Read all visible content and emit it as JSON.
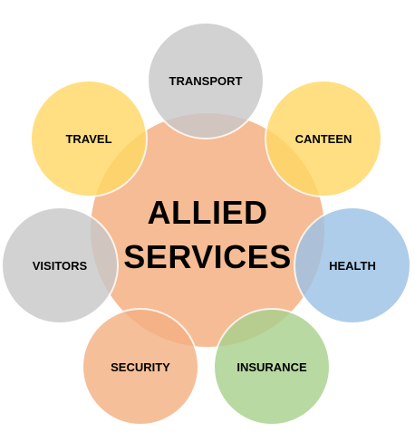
{
  "center": {
    "lines": [
      "ALLIED",
      "SERVICES"
    ],
    "color": "#F4B183"
  },
  "satellites": [
    {
      "key": "transport",
      "label": "TRANSPORT",
      "color": "#C9C9C9"
    },
    {
      "key": "canteen",
      "label": "CANTEEN",
      "color": "#FFD966"
    },
    {
      "key": "health",
      "label": "HEALTH",
      "color": "#9DC3E6"
    },
    {
      "key": "insurance",
      "label": "INSURANCE",
      "color": "#A9D18E"
    },
    {
      "key": "security",
      "label": "SECURITY",
      "color": "#F4B183"
    },
    {
      "key": "visitors",
      "label": "VISITORS",
      "color": "#C9C9C9"
    },
    {
      "key": "travel",
      "label": "TRAVEL",
      "color": "#FFD966"
    }
  ]
}
